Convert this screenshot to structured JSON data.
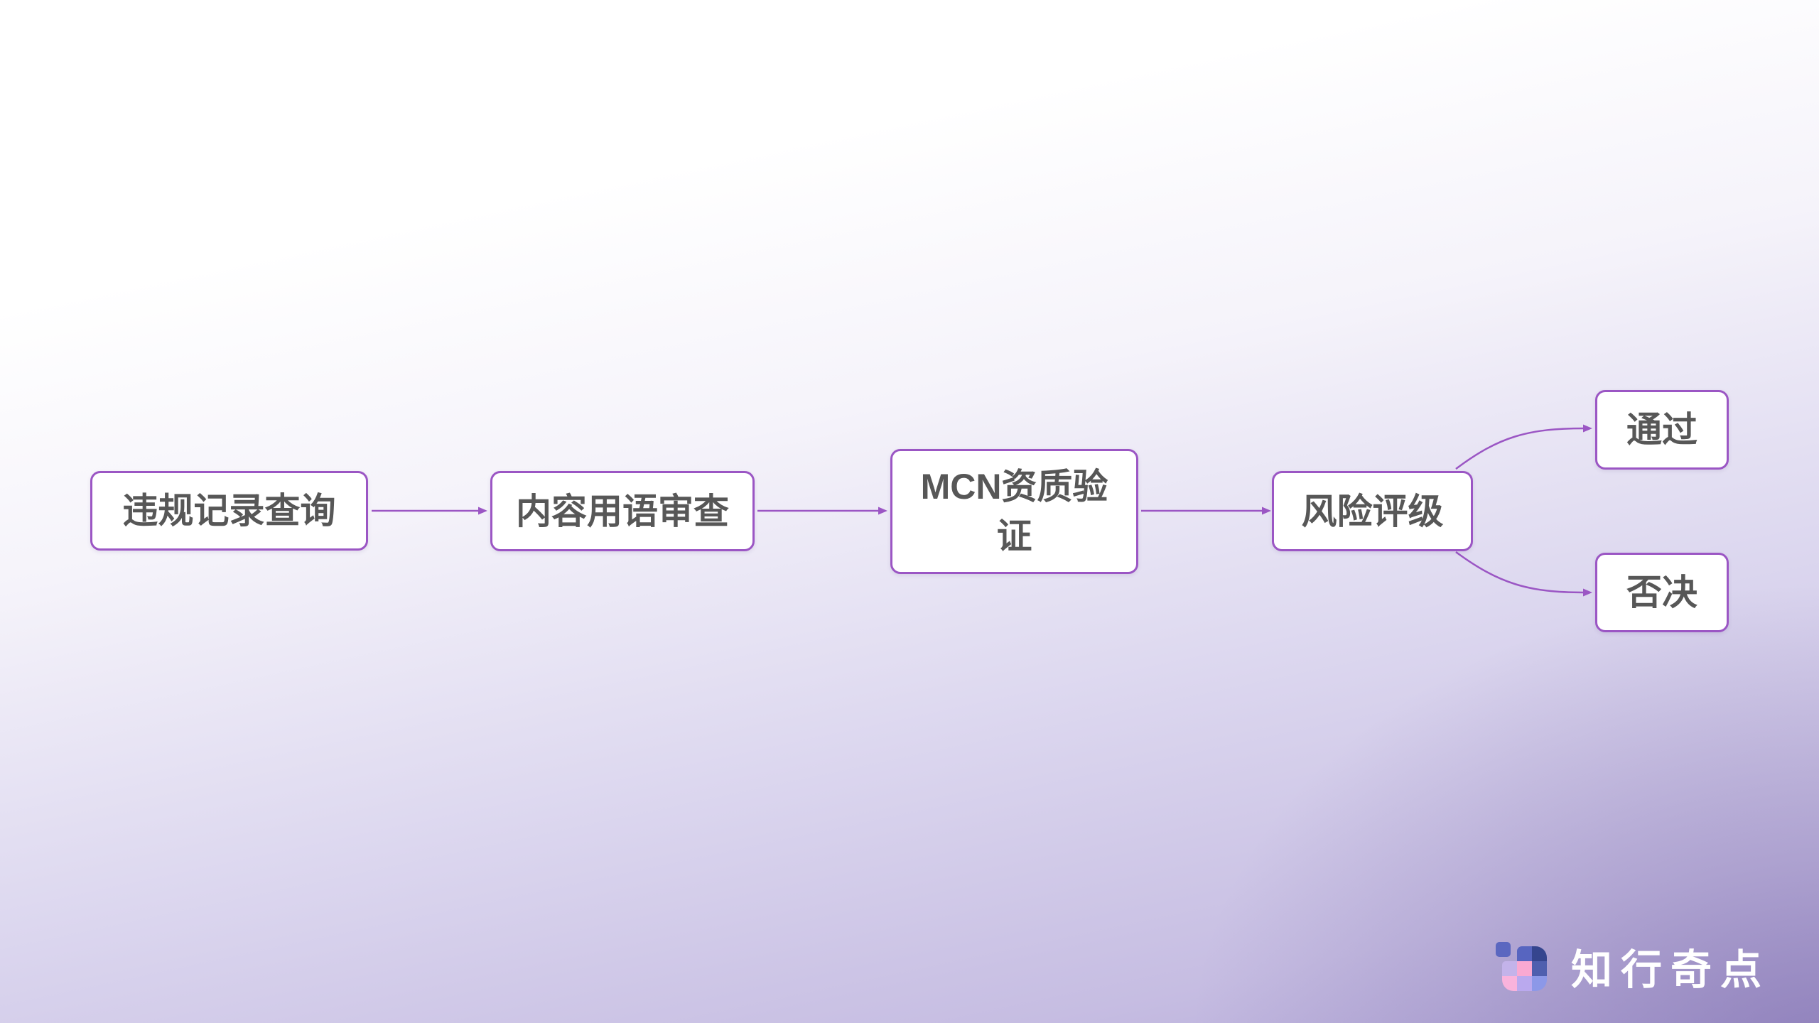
{
  "diagram": {
    "type": "flowchart",
    "direction": "left-to-right",
    "nodes": [
      {
        "id": "violation-record-query",
        "label": "违规记录查询"
      },
      {
        "id": "content-language-review",
        "label": "内容用语审查"
      },
      {
        "id": "mcn-qualification-verification",
        "label": "MCN资质验证"
      },
      {
        "id": "risk-rating",
        "label": "风险评级"
      },
      {
        "id": "pass",
        "label": "通过"
      },
      {
        "id": "reject",
        "label": "否决"
      }
    ],
    "edges": [
      {
        "from": "violation-record-query",
        "to": "content-language-review"
      },
      {
        "from": "content-language-review",
        "to": "mcn-qualification-verification"
      },
      {
        "from": "mcn-qualification-verification",
        "to": "risk-rating"
      },
      {
        "from": "risk-rating",
        "to": "pass"
      },
      {
        "from": "risk-rating",
        "to": "reject"
      }
    ],
    "colors": {
      "node_border": "#9b56c4",
      "node_background": "#ffffff",
      "node_text": "#575757",
      "connector": "#9b56c4"
    }
  },
  "background": {
    "top_left": "#ffffff",
    "bottom_left": "#d5d0ea",
    "bottom_right": "#9f93c8"
  },
  "logo": {
    "text": "知行奇点",
    "icon_colors": {
      "indigo": "#5765c0",
      "navy": "#35458e",
      "lavender": "#c3b3ea",
      "pink": "#f9a9d2",
      "indigo_mid": "#4f5fae",
      "pink_light": "#f9b3dc",
      "purple_light": "#baa9ee",
      "periwinkle": "#8c98e8"
    }
  }
}
